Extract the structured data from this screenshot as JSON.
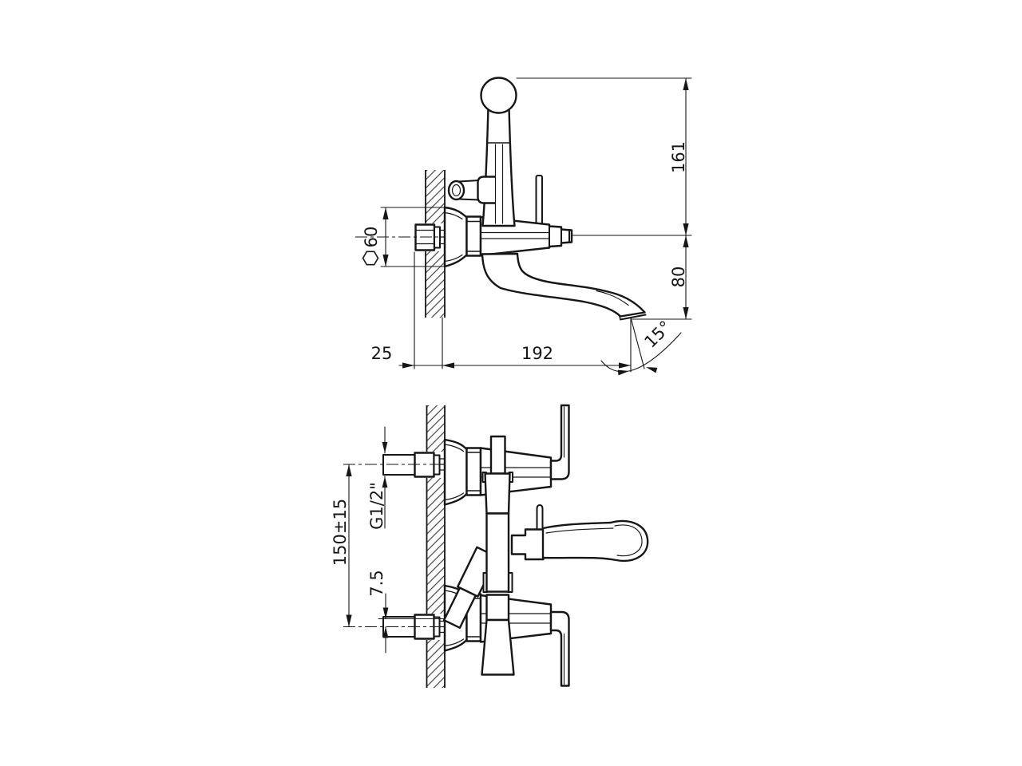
{
  "colors": {
    "background": "#ffffff",
    "ink": "#161616"
  },
  "dims": {
    "height_above_center": "161",
    "spout_drop": "80",
    "escutcheon_hex": "60",
    "wall_offset": "25",
    "spout_reach": "192",
    "spout_angle": "15°",
    "inlet_spacing": "150±15",
    "thread": "G1/2\"",
    "eccentric_offset": "7.5"
  }
}
